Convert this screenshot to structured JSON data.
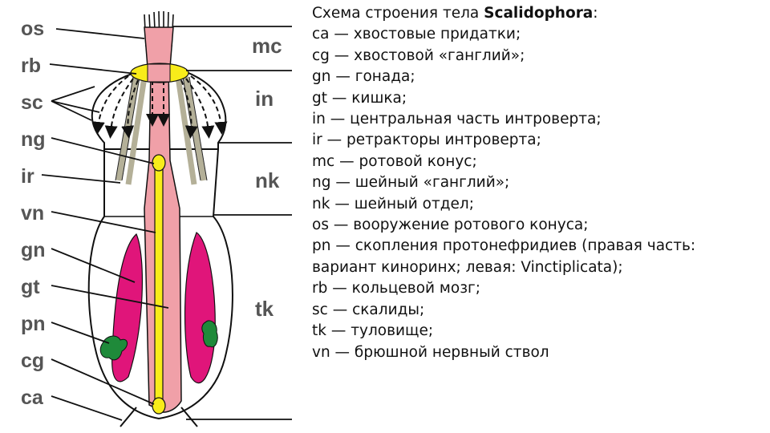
{
  "diagram": {
    "left_labels": [
      "os",
      "rb",
      "sc",
      "ng",
      "ir",
      "vn",
      "gn",
      "gt",
      "pn",
      "cg",
      "ca"
    ],
    "right_labels": [
      "mc",
      "in",
      "nk",
      "tk"
    ]
  },
  "legend": {
    "title_prefix": "Схема строения тела ",
    "title_taxon": "Scalidophora",
    "title_suffix": ":",
    "lines": [
      "ca — хвостовые придатки;",
      "cg — хвостовой «ганглий»;",
      "gn — гонада;",
      "gt — кишка;",
      "in — центральная часть интроверта;",
      "ir — ретракторы интроверта;",
      "mc — ротовой конус;",
      "ng — шейный «ганглий»;",
      "nk — шейный отдел;",
      "os — вооружение ротового конуса;",
      "pn — скопления протонефридиев (правая часть:",
      "вариант киноринх; левая: Vinctiplicata);",
      "rb — кольцевой мозг;",
      "sc — скалиды;",
      "tk — туловище;",
      "vn — брюшной нервный ствол"
    ]
  },
  "colors": {
    "gut": "#f0a0a8",
    "nerve": "#f8ec1a",
    "gonad": "#e0157a",
    "protonephridia": "#1f8a3a",
    "retractor": "#b4b098",
    "label": "#555555"
  }
}
